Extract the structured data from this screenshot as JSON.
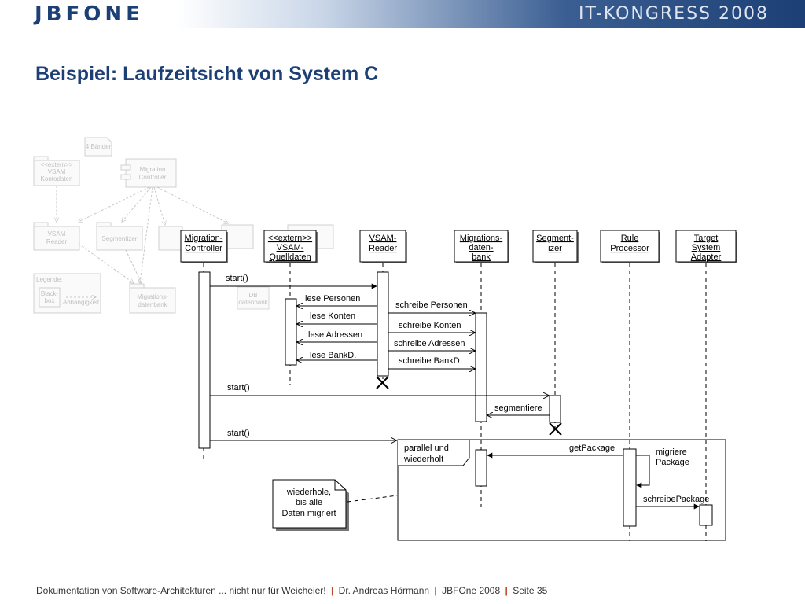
{
  "header": {
    "logo": "JBFONE",
    "event": "IT-KONGRESS 2008"
  },
  "slide": {
    "title": "Beispiel: Laufzeitsicht von System C"
  },
  "diagram": {
    "background": {
      "note": "4 Bänder",
      "vsam_kontodaten": [
        "<<extern>>",
        "VSAM",
        "Kontodaten"
      ],
      "migration_controller": [
        "Migration",
        "Controller"
      ],
      "vsam_reader": [
        "VSAM",
        "Reader"
      ],
      "segmentizer": "Segmentizer",
      "legend_title": "Legende:",
      "legend_blackbox": [
        "Black-",
        "box"
      ],
      "legend_dependency": "Abhängigkeit",
      "migrationsdatenbank": [
        "Migrations-",
        "datenbank"
      ],
      "small_db": [
        "DB",
        "datenbank"
      ]
    },
    "lifelines": [
      {
        "lines": [
          "Migration-",
          "Controller"
        ]
      },
      {
        "lines": [
          "<<extern>>",
          "VSAM-",
          "Quelldaten"
        ]
      },
      {
        "lines": [
          "VSAM-",
          "Reader"
        ]
      },
      {
        "lines": [
          "Migrations-",
          "daten-",
          "bank"
        ]
      },
      {
        "lines": [
          "Segment-",
          "izer"
        ]
      },
      {
        "lines": [
          "Rule",
          "Processor"
        ]
      },
      {
        "lines": [
          "Target",
          "System",
          "Adapter"
        ]
      }
    ],
    "messages": {
      "start1": "start()",
      "lese_personen": "lese Personen",
      "lese_konten": "lese Konten",
      "lese_adressen": "lese Adressen",
      "lese_bankd": "lese BankD.",
      "schreibe_personen": "schreibe Personen",
      "schreibe_konten": "schreibe Konten",
      "schreibe_adressen": "schreibe Adressen",
      "schreibe_bankd": "schreibe BankD.",
      "start2": "start()",
      "segmentiere": "segmentiere",
      "start3": "start()",
      "getpackage": "getPackage",
      "migriere": [
        "migriere",
        "Package"
      ],
      "schreibepackage": "schreibePackage"
    },
    "fragment": [
      "parallel und",
      "wiederholt"
    ],
    "note": [
      "wiederhole,",
      "bis alle",
      "Daten migriert"
    ]
  },
  "footer": {
    "part1": "Dokumentation von Software-Architekturen ... nicht nur für Weicheier!",
    "sep1": "|",
    "part2": "Dr. Andreas Hörmann",
    "sep2": "|",
    "part3": "JBFOne 2008",
    "sep3": "|",
    "part4": "Seite 35"
  }
}
